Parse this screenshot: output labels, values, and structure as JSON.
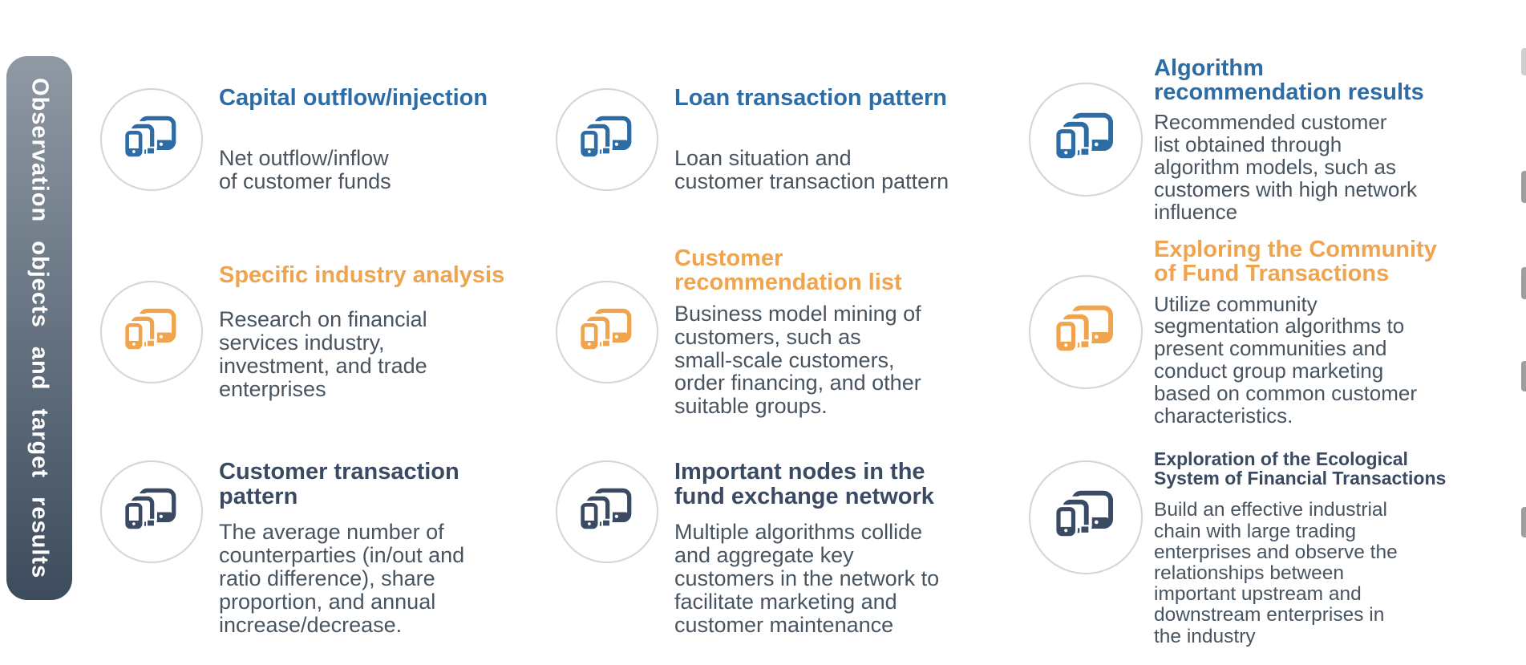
{
  "sidebar": {
    "label": "Observation objects and target results"
  },
  "colors": {
    "blue": "#2e6ca5",
    "orange": "#efa44d",
    "navy": "#3b4a63",
    "body_text": "#48545f",
    "circle_border": "#d5d5d5",
    "sidebar_top": "#8f99a4",
    "sidebar_bottom": "#3d4c5d",
    "edge_marker": "#9e9e9e"
  },
  "cells": [
    {
      "accent": "blue",
      "icon": "devices-icon",
      "title": "Capital outflow/injection",
      "body": "Net outflow/inflow\nof customer funds"
    },
    {
      "accent": "blue",
      "icon": "devices-icon",
      "title": "Loan transaction pattern",
      "body": "Loan situation and\ncustomer transaction pattern"
    },
    {
      "accent": "blue",
      "icon": "devices-icon",
      "title": "Algorithm\nrecommendation results",
      "body": "Recommended customer\nlist obtained through\nalgorithm models, such as\ncustomers with high network\ninfluence"
    },
    {
      "accent": "orange",
      "icon": "devices-icon",
      "title": "Specific industry analysis",
      "body": "Research on financial\nservices industry,\ninvestment, and trade\nenterprises"
    },
    {
      "accent": "orange",
      "icon": "devices-icon",
      "title": "Customer\nrecommendation list",
      "body": "Business model mining of\ncustomers, such as\nsmall-scale customers,\norder financing, and other\nsuitable groups."
    },
    {
      "accent": "orange",
      "icon": "devices-icon",
      "title": "Exploring the Community\nof Fund Transactions",
      "body": "Utilize community\nsegmentation algorithms to\npresent communities and\nconduct group marketing\nbased on common customer\ncharacteristics."
    },
    {
      "accent": "navy",
      "icon": "devices-icon",
      "title": "Customer transaction\npattern",
      "body": "The average number of\ncounterparties (in/out and\nratio difference), share\nproportion, and annual\nincrease/decrease."
    },
    {
      "accent": "navy",
      "icon": "devices-icon",
      "title": "Important nodes in the\nfund exchange network",
      "body": "Multiple algorithms collide\nand aggregate key\ncustomers in the network to\nfacilitate marketing and\ncustomer maintenance"
    },
    {
      "accent": "navy",
      "icon": "devices-icon",
      "title": "Exploration of the Ecological\nSystem of Financial Transactions",
      "body": "Build an effective industrial\nchain with large trading\nenterprises and observe the\nrelationships between\nimportant upstream and\ndownstream enterprises in\nthe industry"
    }
  ]
}
